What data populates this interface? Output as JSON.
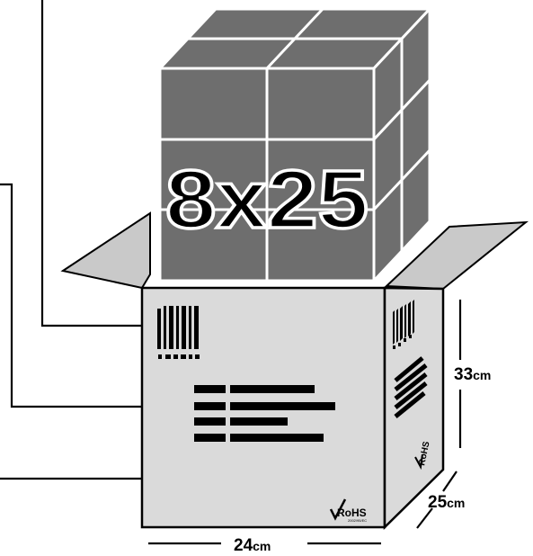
{
  "product": {
    "count_label": "8x25"
  },
  "dimensions": {
    "height": {
      "value": "33",
      "unit": "cm"
    },
    "depth": {
      "value": "25",
      "unit": "cm"
    },
    "width": {
      "value": "24",
      "unit": "cm"
    }
  },
  "marks": {
    "rohs_front": "RoHS",
    "rohs_front_sub": "2002/95/EC",
    "rohs_side": "RoHS"
  },
  "colors": {
    "product_fill": "#6e6e6e",
    "box_face": "#dadada",
    "flap": "#c9c9c9",
    "ink": "#000000",
    "grid_line": "#ffffff"
  }
}
